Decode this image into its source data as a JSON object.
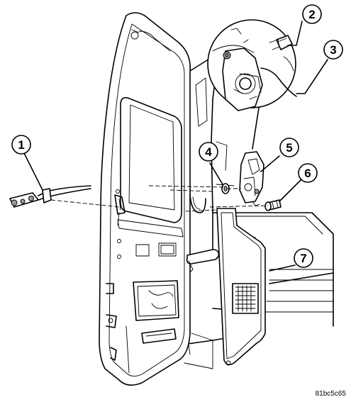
{
  "callouts": [
    {
      "number": "1"
    },
    {
      "number": "2"
    },
    {
      "number": "3"
    },
    {
      "number": "4"
    },
    {
      "number": "5"
    },
    {
      "number": "6"
    },
    {
      "number": "7"
    }
  ],
  "figure_code": "81bc5c65",
  "colors": {
    "line": "#000000",
    "background": "#ffffff",
    "shade": "#9a9a9a"
  }
}
